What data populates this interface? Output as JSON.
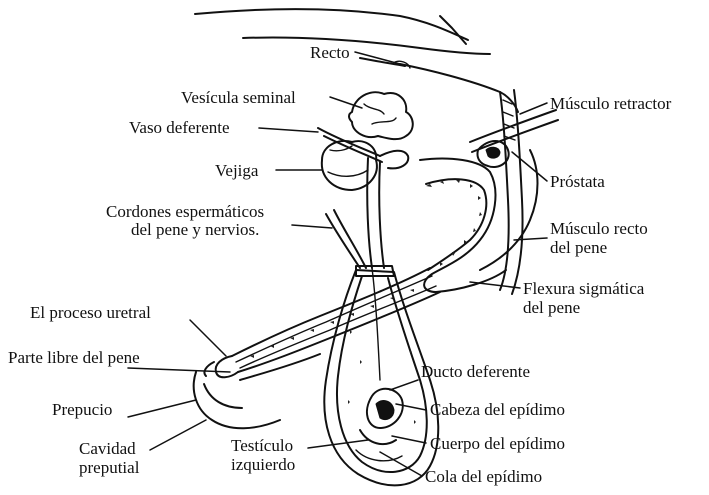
{
  "diagram": {
    "labels": {
      "recto": "Recto",
      "vesicula_seminal": "Vesícula seminal",
      "musculo_retractor": "Músculo retractor",
      "vaso_deferente": "Vaso deferente",
      "vejiga": "Vejiga",
      "prostata": "Próstata",
      "cordones_line1": "Cordones espermáticos",
      "cordones_line2": "del pene y nervios.",
      "musculo_recto_line1": "Músculo recto",
      "musculo_recto_line2": "del pene",
      "flexura_line1": "Flexura sigmática",
      "flexura_line2": "del pene",
      "proceso_uretral": "El proceso uretral",
      "parte_libre": "Parte libre del pene",
      "ducto_deferente": "Ducto deferente",
      "prepucio": "Prepucio",
      "cabeza_epididimo": "Cabeza del  epídimo",
      "testiculo_line1": "Testículo",
      "testiculo_line2": "izquierdo",
      "cuerpo_epididimo": "Cuerpo del  epídimo",
      "cavidad_line1": "Cavidad",
      "cavidad_line2": "preputial",
      "cola_epididimo": "Cola del epídimo"
    }
  }
}
